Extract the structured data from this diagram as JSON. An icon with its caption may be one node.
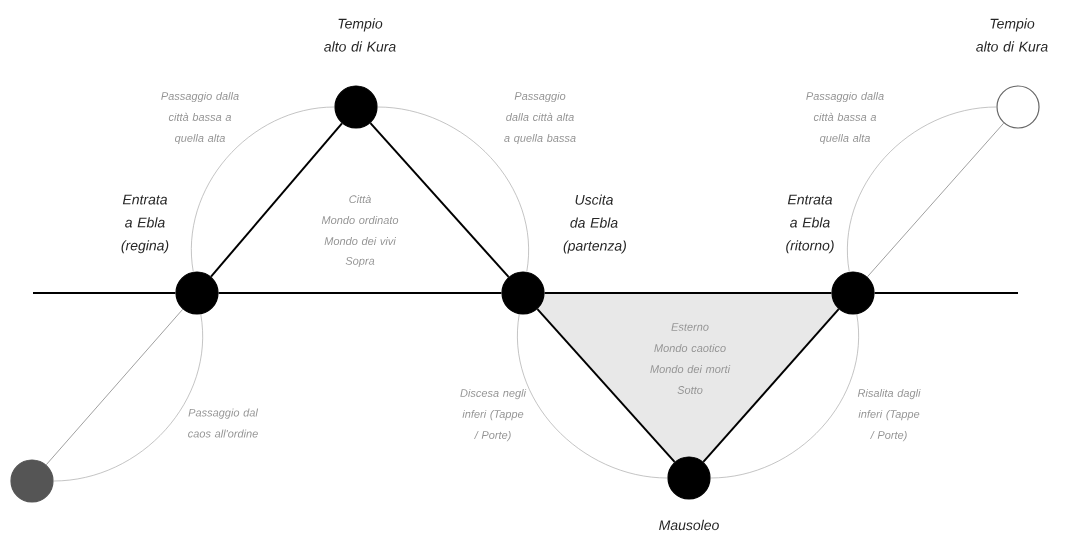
{
  "diagram": {
    "nodes": [
      {
        "text": [],
        "shape": "circle"
      },
      {
        "text": [],
        "shape": "circle",
        "beside": [
          "Entrata a Ebla (regina)"
        ]
      },
      {
        "text": [],
        "shape": "circle",
        "beside": [
          "Tempio alto di Kura"
        ]
      },
      {
        "text": [],
        "shape": "circle",
        "beside": [
          "Uscita da Ebla (partenza)"
        ]
      },
      {
        "text": [],
        "shape": "circle",
        "beside": [
          "Mausoleo"
        ]
      },
      {
        "text": [],
        "shape": "circle",
        "beside": [
          "Entrata a Ebla (ritorno)"
        ]
      },
      {
        "text": [],
        "shape": "circle",
        "beside": [
          "Tempio alto di Kura"
        ]
      }
    ],
    "edges": [
      {
        "from": null,
        "to": 1,
        "arrow": "none"
      },
      {
        "from": 1,
        "to": 3,
        "arrow": "none"
      },
      {
        "from": 3,
        "to": 5,
        "arrow": "none"
      },
      {
        "from": 5,
        "to": null,
        "arrow": "none"
      },
      {
        "from": 1,
        "to": 2,
        "arrow": "none"
      },
      {
        "from": 2,
        "to": 3,
        "arrow": "none"
      },
      {
        "from": 3,
        "to": 4,
        "arrow": "none"
      },
      {
        "from": 4,
        "to": 5,
        "arrow": "none"
      },
      {
        "from": 0,
        "to": 1,
        "arrow": "none",
        "color": "#777777"
      },
      {
        "from": 5,
        "to": 6,
        "arrow": "none",
        "color": "#777777"
      },
      {
        "from": 0,
        "to": 1,
        "arrow": "none",
        "color": "#aaaaaa"
      },
      {
        "from": 1,
        "to": 2,
        "arrow": "none",
        "color": "#aaaaaa"
      },
      {
        "from": 2,
        "to": 3,
        "arrow": "none",
        "color": "#aaaaaa"
      },
      {
        "from": 3,
        "to": 4,
        "arrow": "none",
        "color": "#aaaaaa"
      },
      {
        "from": 4,
        "to": 5,
        "arrow": "none",
        "color": "#aaaaaa"
      },
      {
        "from": 5,
        "to": 6,
        "arrow": "none",
        "color": "#aaaaaa"
      }
    ],
    "labels": [
      "Passaggio dalla città bassa a quella alta",
      "Passaggio dalla città alta a quella bassa",
      "Passaggio dalla città bassa a quella alta",
      "Città",
      "Mondo ordinato",
      "Mondo dei vivi",
      "Sopra",
      "Esterno",
      "Mondo caotico",
      "Mondo dei morti",
      "Sotto",
      "Passaggio dal caos all'ordine",
      "Discesa negli inferi (Tappe / Porte)",
      "Risalita dagli inferi (Tappe / Porte)"
    ]
  }
}
